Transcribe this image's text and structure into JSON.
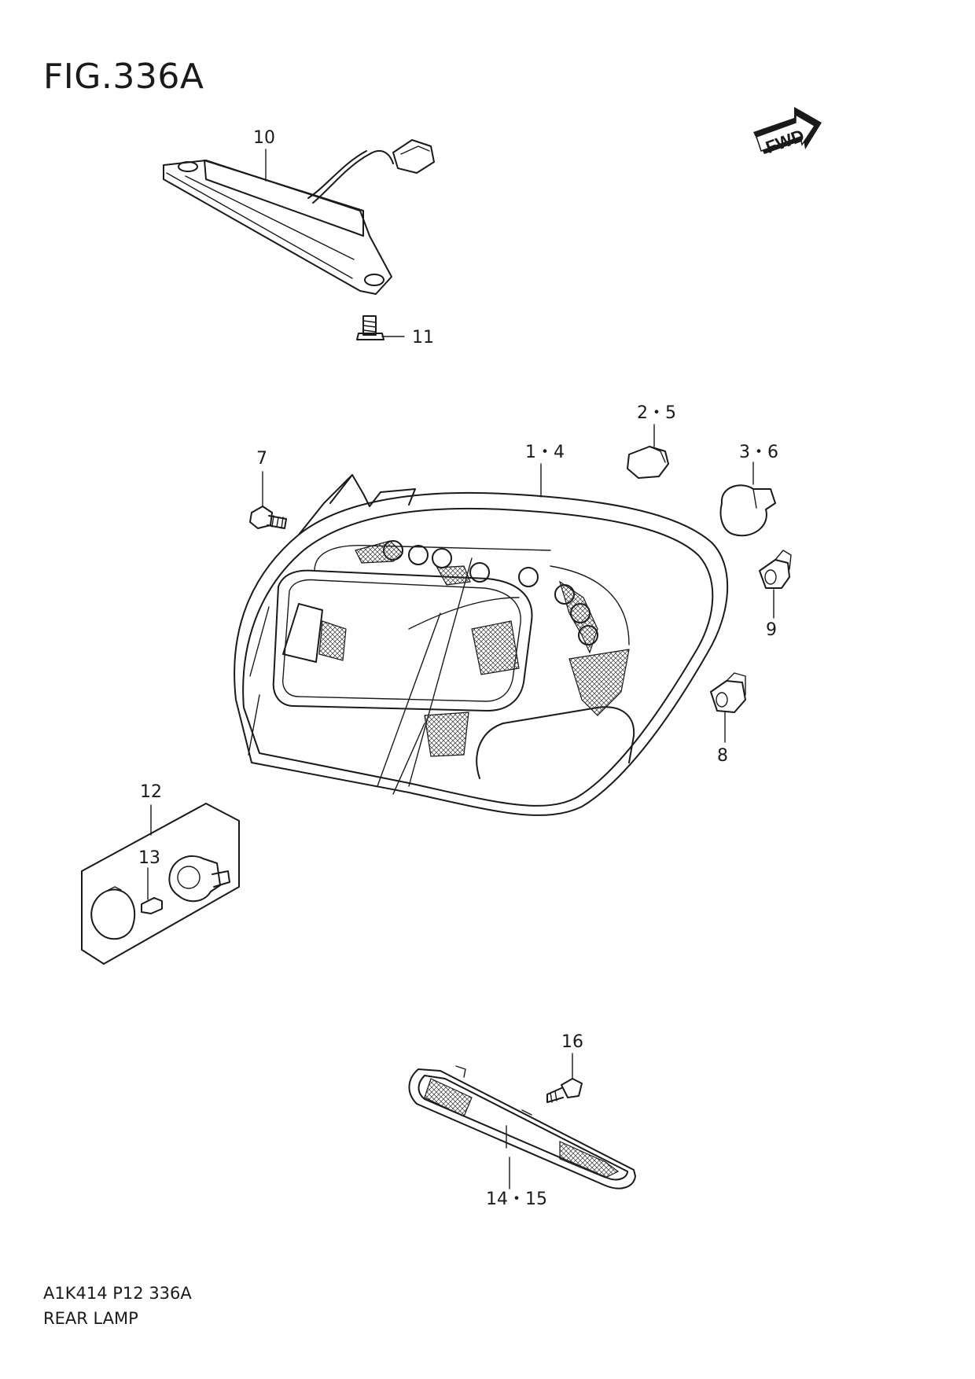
{
  "figure": {
    "title": "FIG.336A",
    "fwd_label": "FWD"
  },
  "callouts": {
    "c10": "10",
    "c11": "11",
    "c25": "2・5",
    "c14": "1・4",
    "c7": "7",
    "c36": "3・6",
    "c9": "9",
    "c8": "8",
    "c12": "12",
    "c13": "13",
    "c16": "16",
    "c1415": "14・15"
  },
  "footer": {
    "code": "A1K414 P12 336A",
    "name": "REAR LAMP"
  }
}
